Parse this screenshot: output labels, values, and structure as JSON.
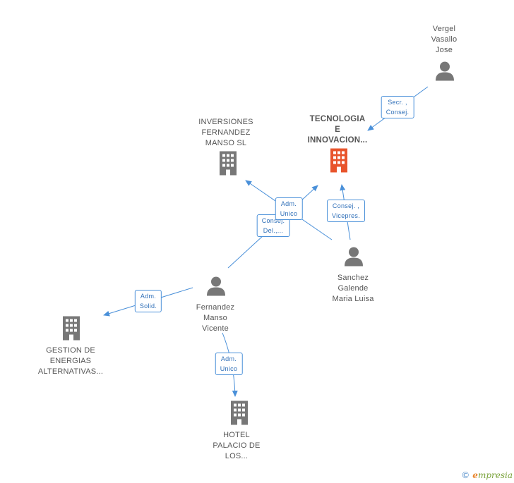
{
  "colors": {
    "edge": "#4a90d9",
    "node_gray": "#777777",
    "node_highlight": "#e8542c"
  },
  "nodes": {
    "tecnologia": {
      "label": "TECNOLOGIA\nE\nINNOVACION...",
      "icon": "building-icon",
      "highlight": true
    },
    "inversiones": {
      "label": "INVERSIONES\nFERNANDEZ\nMANSO SL",
      "icon": "building-icon"
    },
    "gestion": {
      "label": "GESTION DE\nENERGIAS\nALTERNATIVAS...",
      "icon": "building-icon"
    },
    "hotel": {
      "label": "HOTEL\nPALACIO DE\nLOS...",
      "icon": "building-icon"
    },
    "vergel": {
      "label": "Vergel\nVasallo\nJose",
      "icon": "person-icon"
    },
    "sanchez": {
      "label": "Sanchez\nGalende\nMaria Luisa",
      "icon": "person-icon"
    },
    "fernandez": {
      "label": "Fernandez\nManso\nVicente",
      "icon": "person-icon"
    }
  },
  "edge_labels": {
    "vergel_tec": "Secr. ,\nConsej.",
    "sanchez_tec": "Consej. ,\nVicepres.",
    "fern_tec_unico": "Adm.\nUnico",
    "fern_tec_consej": "Consej.\nDel.,...",
    "fern_gestion": "Adm.\nSolid.",
    "fern_hotel": "Adm.\nUnico"
  },
  "footer": {
    "copyright": "©",
    "brand_initial": "e",
    "brand_rest": "mpresia"
  }
}
